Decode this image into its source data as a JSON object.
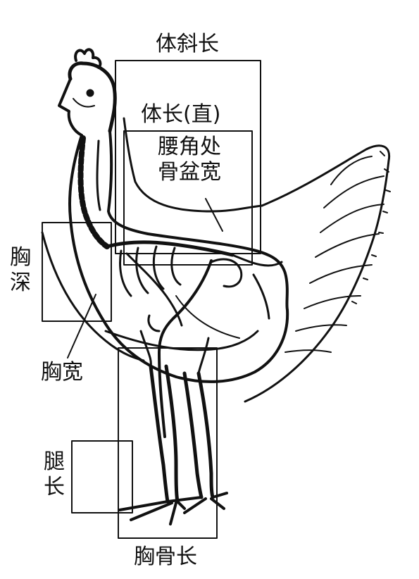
{
  "diagram": {
    "labels": {
      "body_oblique_length": "体斜长",
      "body_length_straight": "体长(直)",
      "lumbar_pelvic_width_line1": "腰角处",
      "lumbar_pelvic_width_line2": "骨盆宽",
      "chest_depth": "胸深",
      "chest_width": "胸宽",
      "leg_length": "腿长",
      "keel_length": "胸骨长"
    },
    "colors": {
      "ink": "#111111",
      "background": "#ffffff"
    },
    "illustration": "chicken-skeleton-outline"
  }
}
